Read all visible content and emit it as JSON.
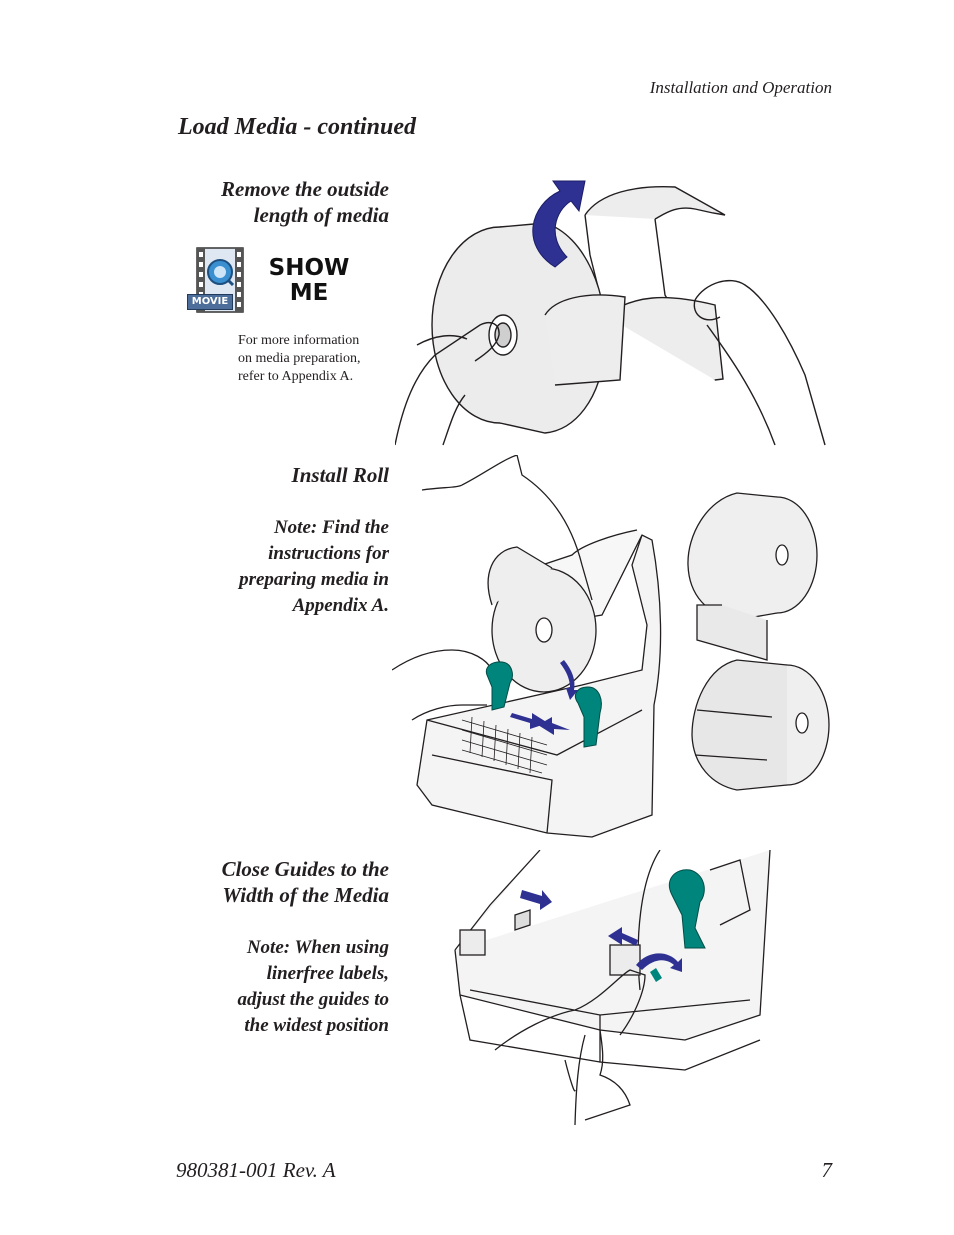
{
  "header": {
    "section_label": "Installation and Operation"
  },
  "page_title": "Load Media - continued",
  "steps": [
    {
      "heading_lines": [
        "Remove the outside",
        "length of media"
      ]
    },
    {
      "heading_lines": [
        "Install Roll"
      ],
      "note_lines": [
        "Note:  Find the",
        "instructions for",
        "preparing media in",
        "Appendix A."
      ]
    },
    {
      "heading_lines": [
        "Close Guides to the",
        "Width of the Media"
      ],
      "note_lines": [
        "Note:  When using",
        "linerfree labels,",
        "adjust the guides to",
        "the widest position"
      ]
    }
  ],
  "show_me": {
    "line1": "SHOW",
    "line2": "ME",
    "tag": "MOVIE"
  },
  "info_lines": [
    "For more  information",
    "on media preparation,",
    "refer to Appendix A."
  ],
  "footer": {
    "doc_number": "980381-001 Rev. A",
    "page_number": "7"
  },
  "colors": {
    "accent_blue": "#2e3192",
    "guide_teal": "#00857c",
    "movie_blue": "#4d6d9a"
  }
}
